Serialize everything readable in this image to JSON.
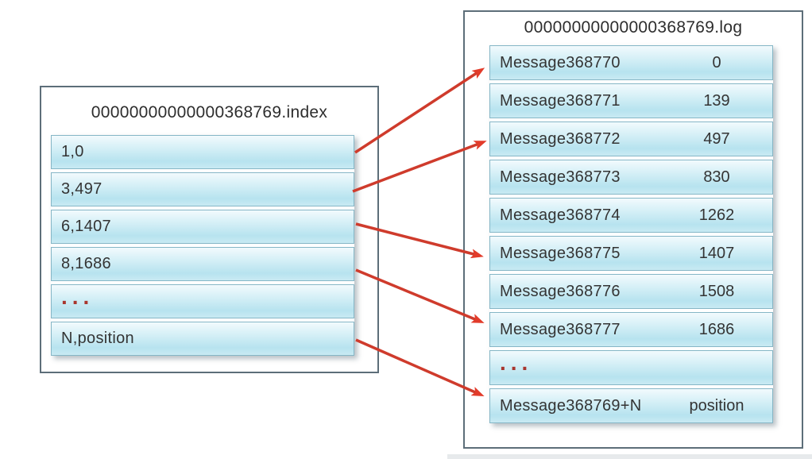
{
  "index_file": {
    "title": "00000000000000368769.index",
    "rows": [
      {
        "label": "1,0"
      },
      {
        "label": "3,497"
      },
      {
        "label": "6,1407"
      },
      {
        "label": "8,1686"
      },
      {
        "label": "..."
      },
      {
        "label": "N,position"
      }
    ]
  },
  "log_file": {
    "title": "00000000000000368769.log",
    "rows": [
      {
        "label": "Message368770",
        "value": "0"
      },
      {
        "label": "Message368771",
        "value": "139"
      },
      {
        "label": "Message368772",
        "value": "497"
      },
      {
        "label": "Message368773",
        "value": "830"
      },
      {
        "label": "Message368774",
        "value": "1262"
      },
      {
        "label": "Message368775",
        "value": "1407"
      },
      {
        "label": "Message368776",
        "value": "1508"
      },
      {
        "label": "Message368777",
        "value": "1686"
      },
      {
        "label": "...",
        "value": ""
      },
      {
        "label": "Message368769+N",
        "value": "position"
      }
    ]
  },
  "mappings": [
    {
      "from": "1,0",
      "to": "Message368770"
    },
    {
      "from": "3,497",
      "to": "Message368772"
    },
    {
      "from": "6,1407",
      "to": "Message368775"
    },
    {
      "from": "8,1686",
      "to": "Message368777"
    },
    {
      "from": "N,position",
      "to": "Message368769+N"
    }
  ],
  "colors": {
    "arrow": "#cf3b2c",
    "arrow_head": "#e23b2a",
    "row_border": "#85b6c6",
    "row_gradient_top": "#f2fafd",
    "row_gradient_bottom": "#b7e3ef",
    "box_border": "#5d6e79",
    "dots": "#a8362e",
    "text": "#333333"
  }
}
